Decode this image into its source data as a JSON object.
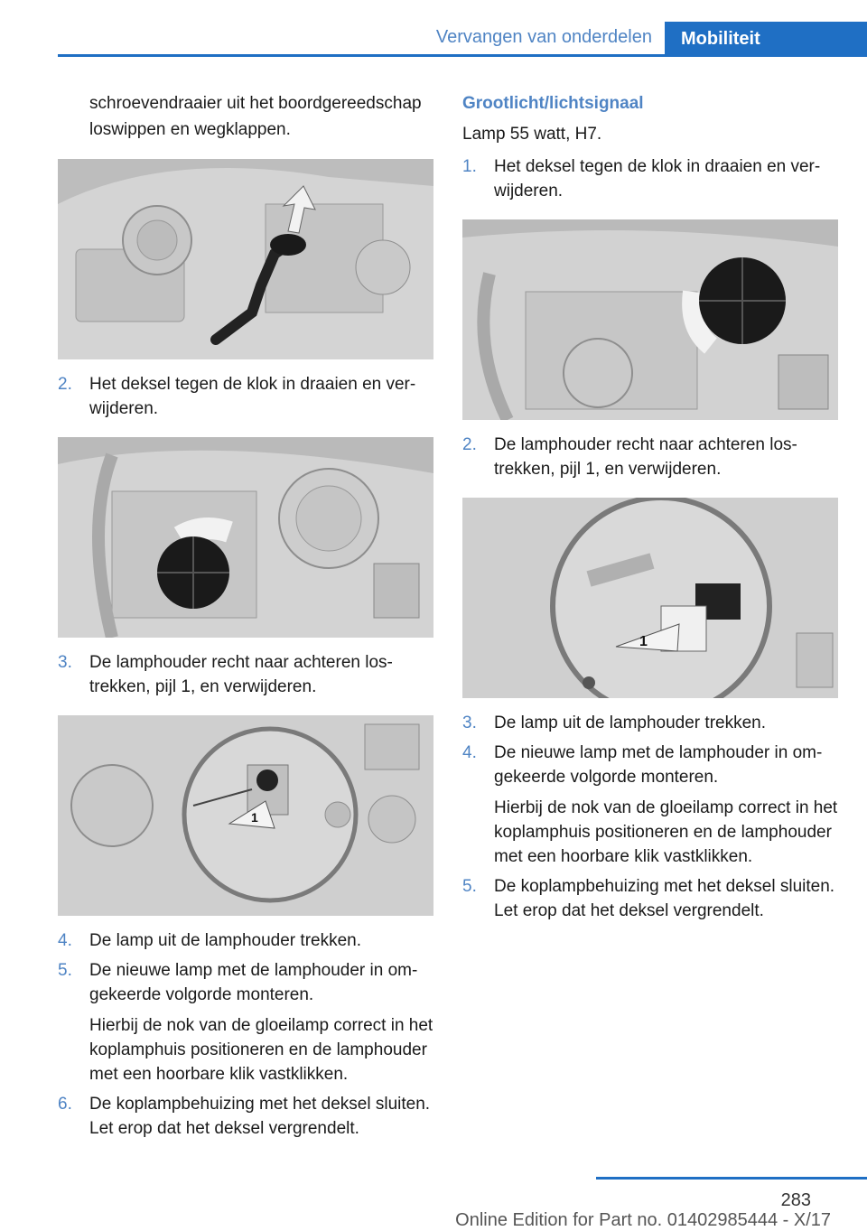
{
  "header": {
    "section": "Vervangen van onderdelen",
    "tab": "Mobiliteit"
  },
  "left": {
    "intro": "schroevendraaier uit het boordgereed­schap loswippen en wegklappen.",
    "steps": [
      {
        "num": "2.",
        "text": "Het deksel tegen de klok in draaien en ver­wijderen."
      },
      {
        "num": "3.",
        "text": "De lamphouder recht naar achteren los­trekken, pijl 1, en verwijderen."
      },
      {
        "num": "4.",
        "text": "De lamp uit de lamphouder trekken."
      },
      {
        "num": "5.",
        "text": "De nieuwe lamp met de lamphouder in om­gekeerde volgorde monteren.",
        "sub": "Hierbij de nok van de gloeilamp correct in het koplamphuis positioneren en de lamp­houder met een hoorbare klik vastklikken."
      },
      {
        "num": "6.",
        "text": "De koplampbehuizing met het deksel slui­ten. Let erop dat het deksel vergrendelt."
      }
    ],
    "arrow_label": "1"
  },
  "right": {
    "heading": "Grootlicht/lichtsignaal",
    "lamp": "Lamp 55 watt, H7.",
    "steps": [
      {
        "num": "1.",
        "text": "Het deksel tegen de klok in draaien en ver­wijderen."
      },
      {
        "num": "2.",
        "text": "De lamphouder recht naar achteren los­trekken, pijl 1, en verwijderen."
      },
      {
        "num": "3.",
        "text": "De lamp uit de lamphouder trekken."
      },
      {
        "num": "4.",
        "text": "De nieuwe lamp met de lamphouder in om­gekeerde volgorde monteren.",
        "sub": "Hierbij de nok van de gloeilamp correct in het koplamphuis positioneren en de lamp­houder met een hoorbare klik vastklikken."
      },
      {
        "num": "5.",
        "text": "De koplampbehuizing met het deksel slui­ten. Let erop dat het deksel vergrendelt."
      }
    ],
    "arrow_label": "1"
  },
  "footer": {
    "page": "283",
    "edition": "Online Edition for Part no. 01402985444 - X/17"
  },
  "colors": {
    "accent": "#1f6fc4",
    "heading": "#4f84c4"
  }
}
